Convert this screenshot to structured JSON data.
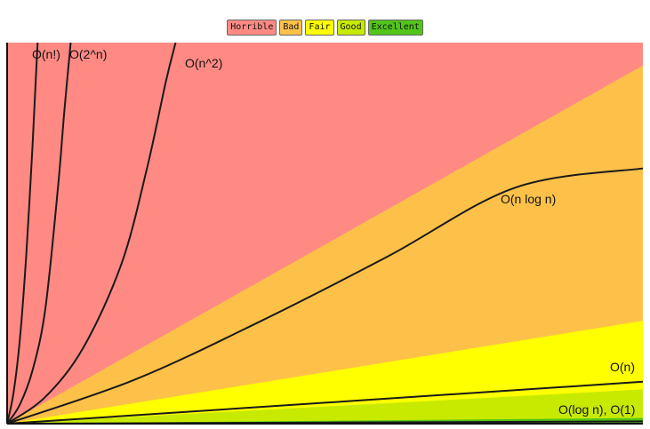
{
  "legend": [
    {
      "label": "Horrible",
      "color": "#ff8a84"
    },
    {
      "label": "Bad",
      "color": "#fdc14a"
    },
    {
      "label": "Fair",
      "color": "#ffff00"
    },
    {
      "label": "Good",
      "color": "#c8ea00"
    },
    {
      "label": "Excellent",
      "color": "#52c41a"
    }
  ],
  "chart_data": {
    "type": "area",
    "title": "",
    "xlabel": "",
    "ylabel": "",
    "xlim": [
      0,
      100
    ],
    "ylim": [
      0,
      100
    ],
    "grid": false,
    "legend_position": "top-center",
    "regions": [
      {
        "name": "Horrible",
        "color": "#ff8a84",
        "upper_y_at_xmax": 100
      },
      {
        "name": "Bad",
        "color": "#fdc14a",
        "upper_y_at_xmax": 94
      },
      {
        "name": "Fair",
        "color": "#ffff00",
        "upper_y_at_xmax": 27
      },
      {
        "name": "Good",
        "color": "#c8ea00",
        "upper_y_at_xmax": 9
      },
      {
        "name": "Excellent",
        "color": "#52c41a",
        "upper_y_at_xmax": 1.5
      }
    ],
    "series": [
      {
        "name": "O(log n), O(1)",
        "x": [
          0,
          100
        ],
        "y": [
          0,
          0.6
        ]
      },
      {
        "name": "O(n)",
        "x": [
          0,
          100
        ],
        "y": [
          0,
          11
        ]
      },
      {
        "name": "O(n log n)",
        "x": [
          0,
          20,
          40,
          60,
          80,
          100
        ],
        "y": [
          0,
          11.5,
          27,
          44,
          62,
          67
        ]
      },
      {
        "name": "O(n^2)",
        "x": [
          0,
          6,
          12,
          18,
          22,
          25,
          26.5
        ],
        "y": [
          0,
          7,
          20,
          42,
          67,
          90,
          100
        ]
      },
      {
        "name": "O(2^n)",
        "x": [
          0,
          2,
          4,
          6,
          8,
          9,
          10
        ],
        "y": [
          0,
          5,
          14,
          30,
          62,
          82,
          100
        ]
      },
      {
        "name": "O(n!)",
        "x": [
          0,
          1,
          2,
          3,
          4,
          4.5,
          4.8
        ],
        "y": [
          0,
          8,
          22,
          44,
          73,
          90,
          100
        ]
      }
    ]
  }
}
